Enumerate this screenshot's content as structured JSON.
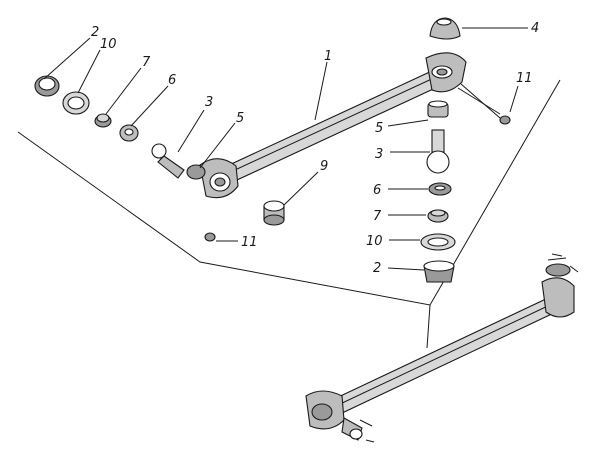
{
  "colors": {
    "ink": "#1a1a1a",
    "shade": "#9a9a9a",
    "light": "#d8d8d8",
    "paper": "#ffffff"
  },
  "callouts": [
    {
      "id": "c-2-left",
      "text": "2"
    },
    {
      "id": "c-10-left",
      "text": "10"
    },
    {
      "id": "c-7-left",
      "text": "7"
    },
    {
      "id": "c-6-left",
      "text": "6"
    },
    {
      "id": "c-3-left",
      "text": "3"
    },
    {
      "id": "c-5-left",
      "text": "5"
    },
    {
      "id": "c-1",
      "text": "1"
    },
    {
      "id": "c-4",
      "text": "4"
    },
    {
      "id": "c-11-right",
      "text": "11"
    },
    {
      "id": "c-5-right",
      "text": "5"
    },
    {
      "id": "c-3-right",
      "text": "3"
    },
    {
      "id": "c-9",
      "text": "9"
    },
    {
      "id": "c-6-right",
      "text": "6"
    },
    {
      "id": "c-7-right",
      "text": "7"
    },
    {
      "id": "c-10-right",
      "text": "10"
    },
    {
      "id": "c-2-right",
      "text": "2"
    },
    {
      "id": "c-11-left",
      "text": "11"
    }
  ]
}
